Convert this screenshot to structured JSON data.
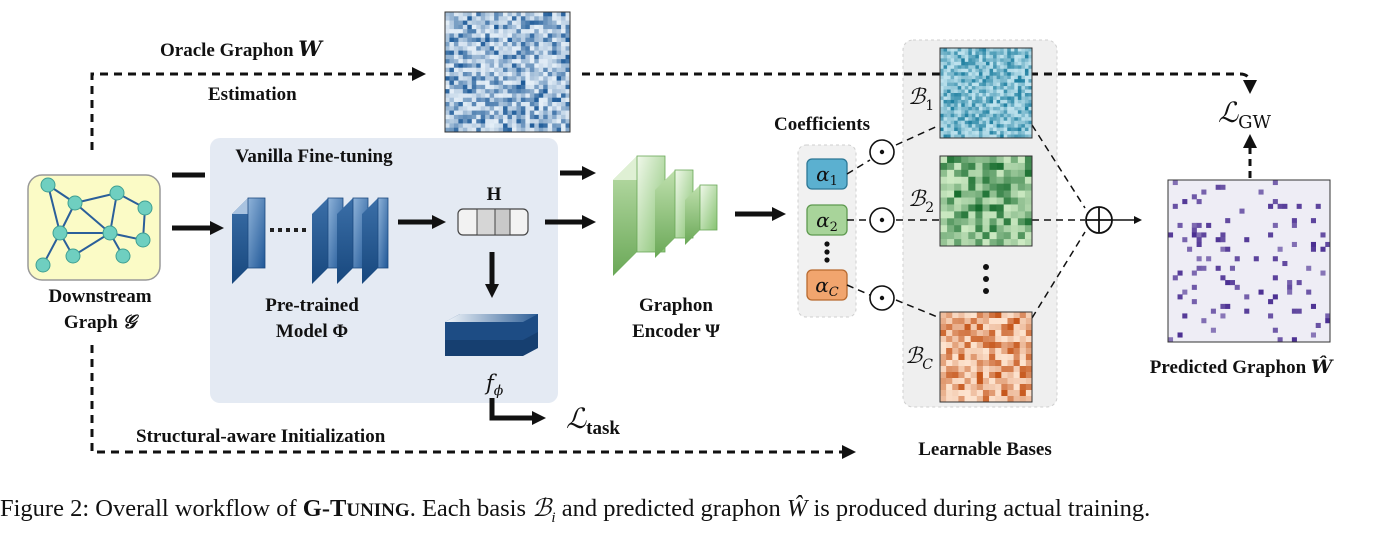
{
  "labels": {
    "oracle": "Oracle Graphon",
    "oracle_sym": "W",
    "estimation": "Estimation",
    "vanilla": "Vanilla Fine-tuning",
    "h": "H",
    "downstream1": "Downstream",
    "downstream2": "Graph",
    "downstream_sym": "𝒢",
    "pretrained1": "Pre-trained",
    "pretrained2": "Model Φ",
    "fphi": "f",
    "fphi_sub": "ϕ",
    "ltask": "ℒ",
    "ltask_sub": "task",
    "graphon_enc1": "Graphon",
    "graphon_enc2": "Encoder Ψ",
    "coefficients": "Coefficients",
    "alpha": "α",
    "alpha1_sub": "1",
    "alpha2_sub": "2",
    "alphaC_sub": "C",
    "basis": "ℬ",
    "b1_sub": "1",
    "b2_sub": "2",
    "bC_sub": "C",
    "lgw": "ℒ",
    "lgw_sub": "GW",
    "predicted": "Predicted Graphon",
    "predicted_sym": "Ŵ",
    "structural": "Structural-aware Initialization",
    "learnable": "Learnable Bases"
  },
  "caption": {
    "prefix": "Figure 2: Overall workflow of ",
    "name_g": "G-T",
    "name_rest": "UNING",
    "mid1": ". Each basis ",
    "basis": "ℬ",
    "basis_sub": "i",
    "mid2": " and predicted graphon ",
    "what": "Ŵ",
    "suffix": " is produced during actual training."
  },
  "colors": {
    "oracle": "#6aa0cc",
    "basis1": "#3a9ec2",
    "basis2": "#3a9b4e",
    "basisC": "#e07a2e",
    "predicted": "#5a3d9a",
    "encoder": "#8dc77a",
    "model": "#2e6aa8",
    "alpha1": "#5bb0d0",
    "alpha2": "#a8d49a",
    "alphaC": "#f1a56e"
  }
}
